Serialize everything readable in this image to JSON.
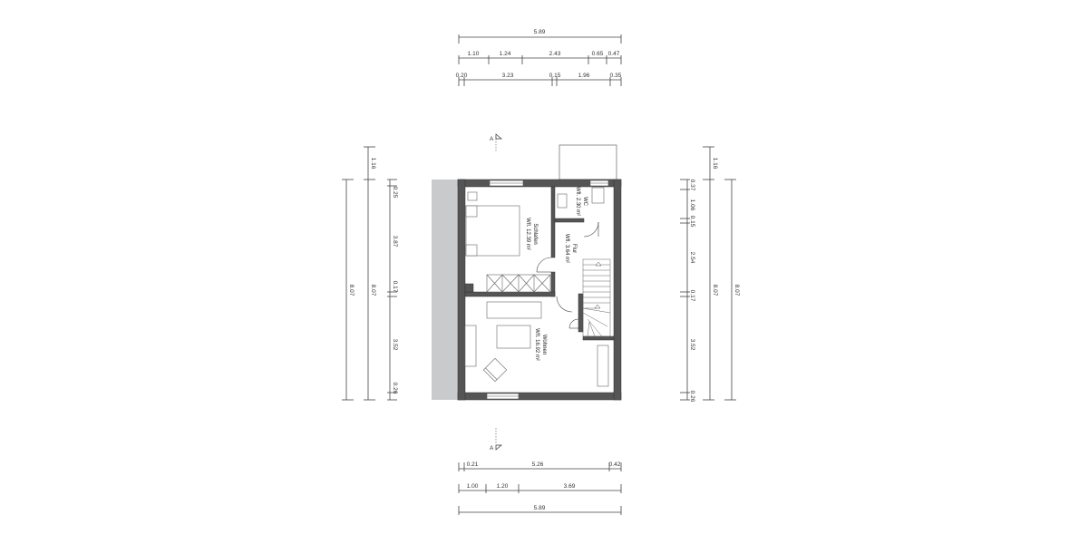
{
  "drawing": {
    "type": "floor-plan",
    "colors": {
      "wall": "#555555",
      "wall_outline": "#333333",
      "neighbor_hatch": "#c8cacb",
      "dim_line": "#444444",
      "furniture": "#666666",
      "background": "#ffffff"
    },
    "section_marker": {
      "label": "A",
      "icon": "section-arrow-icon"
    }
  },
  "dimensions": {
    "top": {
      "total": "5.89",
      "row2": [
        "1.10",
        "1.24",
        "2.43",
        "0.65",
        "0.47"
      ],
      "row3": [
        "0.20",
        "3.23",
        "0.15",
        "1.96",
        "0.35"
      ]
    },
    "bottom": {
      "row1": [
        "0.21",
        "5.26",
        "0.42"
      ],
      "row2": [
        "1.00",
        "1.20",
        "3.69"
      ],
      "total": "5.89"
    },
    "left": {
      "outer_total": "8.07",
      "middle_total": "8.07",
      "middle_top": "1.16",
      "inner": [
        "0.25",
        "3.87",
        "0.17",
        "3.52",
        "0.26"
      ]
    },
    "right": {
      "outer_total": "8.07",
      "middle_total": "8.07",
      "middle_top": "1.16",
      "inner": [
        "0.37",
        "1.06",
        "0.15",
        "2.54",
        "0.17",
        "3.52",
        "0.26"
      ]
    }
  },
  "rooms": [
    {
      "id": "schlafen",
      "name": "Schlafen",
      "area": "Wfl. 12.39 m²"
    },
    {
      "id": "wc",
      "name": "WC",
      "area": "Wfl. 2.30 m²"
    },
    {
      "id": "flur",
      "name": "Flur",
      "area": "Wfl. 3.64 m²"
    },
    {
      "id": "wohnen",
      "name": "Wohnen",
      "area": "Wfl. 16.92 m²"
    }
  ]
}
